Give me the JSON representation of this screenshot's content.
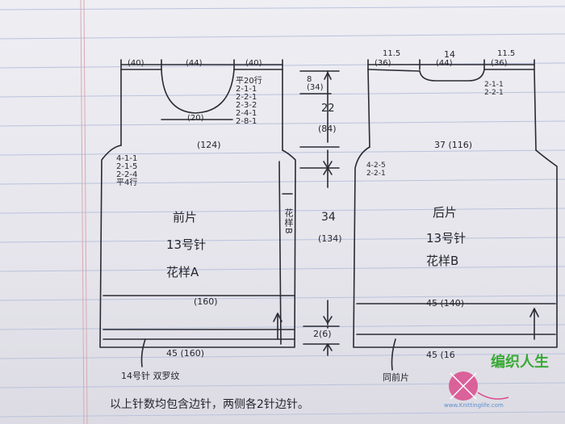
{
  "front": {
    "top_left": "(40)",
    "top_mid": "(44)",
    "top_right": "(40)",
    "neck_width": "(20)",
    "neck_decrease": "平20行\n2-1-1\n2-2-1\n2-3-2\n2-4-1\n2-8-1",
    "chest": "(124)",
    "armhole_decrease": "4-1-1\n2-1-5\n2-2-4\n平4行",
    "name": "前片",
    "needle": "13号针",
    "pattern": "花样A",
    "side_pattern": "花样B",
    "bottom_stitches": "(160)",
    "bottom_width": "45 (160)",
    "rib_note": "14号针  双罗纹"
  },
  "back": {
    "top_left_cm": "11.5",
    "top_left": "(36)",
    "top_mid_cm": "14",
    "top_mid": "(44)",
    "top_right_cm": "11.5",
    "top_right": "(36)",
    "neck_decrease": "2-1-1\n2-2-1",
    "chest": "37  (116)",
    "armhole_decrease": "4-2-5\n2-2-1",
    "name": "后片",
    "needle": "13号针",
    "pattern": "花样B",
    "bottom_stitches": "45  (140)",
    "bottom_width": "45  (16",
    "same_as_front": "同前片"
  },
  "dims": {
    "neck_depth": "8\n(34)",
    "armhole_height": "22",
    "armhole_rows": "(84)",
    "body_height": "34",
    "body_rows": "(134)",
    "rib_height": "2(6)"
  },
  "footer": {
    "note": "以上针数均包含边针，两侧各2针边针。"
  },
  "watermark": {
    "brand": "编织人生",
    "url": "www.Knittinglife.com"
  }
}
